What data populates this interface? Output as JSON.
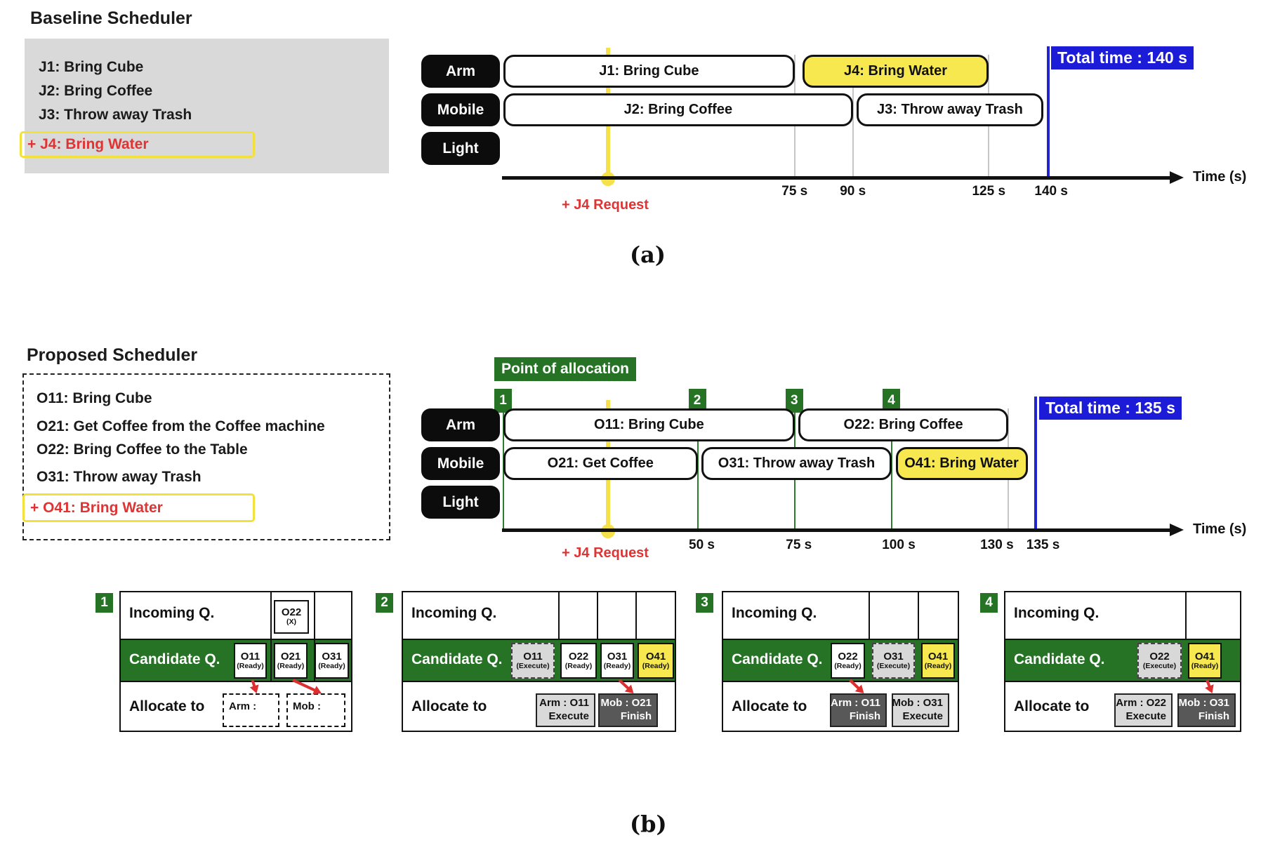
{
  "figure": {
    "caption_a": "(a)",
    "caption_b": "(b)"
  },
  "colors": {
    "task_yellow": "#f6e84e",
    "green": "#267326",
    "blue_badge": "#1b1bd8",
    "blue_line": "#2424cc",
    "red": "#df3434",
    "gray_panel": "#d9d9d9",
    "gridline": "#c6c6c6",
    "dark_allocate": "#585858",
    "light_allocate": "#d9d9d9"
  },
  "baseline": {
    "title": "Baseline Scheduler",
    "jobs": [
      "J1: Bring Cube",
      "J2: Bring Coffee",
      "J3: Throw away Trash"
    ],
    "new_job": "+ J4: Bring Water",
    "lanes": [
      "Arm",
      "Mobile",
      "Light"
    ],
    "tasks": [
      {
        "lane": 0,
        "label": "J1: Bring Cube",
        "start": 0,
        "end": 75,
        "style": "white"
      },
      {
        "lane": 0,
        "label": "J4: Bring Water",
        "start": 77,
        "end": 125,
        "style": "yellow"
      },
      {
        "lane": 1,
        "label": "J2: Bring Coffee",
        "start": 0,
        "end": 90,
        "style": "white"
      },
      {
        "lane": 1,
        "label": "J3: Throw away Trash",
        "start": 91,
        "end": 139,
        "style": "white"
      }
    ],
    "gridlines": [
      75,
      90,
      125
    ],
    "ticks": [
      {
        "t": 75,
        "label": "75 s"
      },
      {
        "t": 90,
        "label": "90 s"
      },
      {
        "t": 125,
        "label": "125 s"
      },
      {
        "t": 140,
        "label": "140 s"
      }
    ],
    "total": {
      "t": 140,
      "label": "Total time : 140 s"
    },
    "request": {
      "t": 27,
      "label": "+ J4 Request"
    },
    "axis_label": "Time (s)"
  },
  "proposed": {
    "title": "Proposed Scheduler",
    "operations": [
      "O11: Bring Cube",
      "O21: Get Coffee from the Coffee machine",
      "O22: Bring Coffee to the Table",
      "O31: Throw away Trash"
    ],
    "new_operation": "+ O41: Bring Water",
    "point_of_allocation": "Point of allocation",
    "lanes": [
      "Arm",
      "Mobile",
      "Light"
    ],
    "markers": [
      {
        "n": "1",
        "t": 0
      },
      {
        "n": "2",
        "t": 50
      },
      {
        "n": "3",
        "t": 75
      },
      {
        "n": "4",
        "t": 100
      }
    ],
    "tasks": [
      {
        "lane": 0,
        "label": "O11: Bring Cube",
        "start": 0,
        "end": 75,
        "style": "white"
      },
      {
        "lane": 0,
        "label": "O22: Bring Coffee",
        "start": 76,
        "end": 130,
        "style": "white"
      },
      {
        "lane": 1,
        "label": "O21: Get Coffee",
        "start": 0,
        "end": 50,
        "style": "white"
      },
      {
        "lane": 1,
        "label": "O31: Throw away Trash",
        "start": 51,
        "end": 100,
        "style": "white"
      },
      {
        "lane": 1,
        "label": "O41: Bring Water",
        "start": 101,
        "end": 135,
        "style": "yellow"
      }
    ],
    "gridlines": [
      130
    ],
    "ticks": [
      {
        "t": 50,
        "label": "50 s"
      },
      {
        "t": 75,
        "label": "75 s"
      },
      {
        "t": 100,
        "label": "100 s"
      },
      {
        "t": 130,
        "label": "130 s"
      },
      {
        "t": 135,
        "label": "135 s"
      }
    ],
    "total": {
      "t": 135,
      "label": "Total time : 135 s"
    },
    "request": {
      "t": 27,
      "label": "+ J4 Request"
    },
    "axis_label": "Time (s)"
  },
  "panel_row_labels": {
    "incoming": "Incoming Q.",
    "candidate": "Candidate Q.",
    "allocate": "Allocate to"
  },
  "panels": [
    {
      "n": "1",
      "incoming": [
        {
          "label": "O22",
          "sub": "(X)",
          "style": "white"
        }
      ],
      "candidates": [
        {
          "label": "O11",
          "sub": "(Ready)",
          "style": "white"
        },
        {
          "label": "O21",
          "sub": "(Ready)",
          "style": "white"
        },
        {
          "label": "O31",
          "sub": "(Ready)",
          "style": "white"
        }
      ],
      "arm": {
        "line1": "Arm :",
        "line2": "",
        "style": "dashed"
      },
      "mob": {
        "line1": "Mob :",
        "line2": "",
        "style": "dashed"
      },
      "arrows": [
        {
          "from_slot": 0,
          "to": "arm"
        },
        {
          "from_slot": 1,
          "to": "mob"
        }
      ]
    },
    {
      "n": "2",
      "incoming": [],
      "candidates": [
        {
          "label": "O11",
          "sub": "(Execute)",
          "style": "execute"
        },
        {
          "label": "O22",
          "sub": "(Ready)",
          "style": "white"
        },
        {
          "label": "O31",
          "sub": "(Ready)",
          "style": "white"
        },
        {
          "label": "O41",
          "sub": "(Ready)",
          "style": "yellow"
        }
      ],
      "arm": {
        "line1": "Arm : O11",
        "line2": "Execute",
        "style": "light"
      },
      "mob": {
        "line1": "Mob : O21",
        "line2": "Finish",
        "style": "dark"
      },
      "arrows": [
        {
          "from_slot": 2,
          "to": "mob"
        }
      ]
    },
    {
      "n": "3",
      "incoming": [],
      "candidates": [
        {
          "label": "O22",
          "sub": "(Ready)",
          "style": "white"
        },
        {
          "label": "O31",
          "sub": "(Execute)",
          "style": "execute"
        },
        {
          "label": "O41",
          "sub": "(Ready)",
          "style": "yellow"
        }
      ],
      "arm": {
        "line1": "Arm : O11",
        "line2": "Finish",
        "style": "dark"
      },
      "mob": {
        "line1": "Mob : O31",
        "line2": "Execute",
        "style": "light"
      },
      "arrows": [
        {
          "from_slot": 0,
          "to": "arm"
        }
      ]
    },
    {
      "n": "4",
      "incoming": [],
      "candidates": [
        {
          "label": "O22",
          "sub": "(Execute)",
          "style": "execute"
        },
        {
          "label": "O41",
          "sub": "(Ready)",
          "style": "yellow"
        }
      ],
      "arm": {
        "line1": "Arm : O22",
        "line2": "Execute",
        "style": "light"
      },
      "mob": {
        "line1": "Mob : O31",
        "line2": "Finish",
        "style": "dark"
      },
      "arrows": [
        {
          "from_slot": 1,
          "to": "mob"
        }
      ]
    }
  ],
  "chart_data": [
    {
      "type": "bar",
      "title": "Baseline Scheduler timeline",
      "xlabel": "Time (s)",
      "xlim": [
        0,
        170
      ],
      "series": [
        {
          "name": "Arm",
          "values": [
            {
              "label": "J1: Bring Cube",
              "start": 0,
              "end": 75
            },
            {
              "label": "J4: Bring Water",
              "start": 77,
              "end": 125
            }
          ]
        },
        {
          "name": "Mobile",
          "values": [
            {
              "label": "J2: Bring Coffee",
              "start": 0,
              "end": 90
            },
            {
              "label": "J3: Throw away Trash",
              "start": 91,
              "end": 139
            }
          ]
        },
        {
          "name": "Light",
          "values": []
        }
      ],
      "annotations": [
        "+ J4 Request at ~27 s",
        "Total time : 140 s"
      ]
    },
    {
      "type": "bar",
      "title": "Proposed Scheduler timeline",
      "xlabel": "Time (s)",
      "xlim": [
        0,
        170
      ],
      "series": [
        {
          "name": "Arm",
          "values": [
            {
              "label": "O11: Bring Cube",
              "start": 0,
              "end": 75
            },
            {
              "label": "O22: Bring Coffee",
              "start": 76,
              "end": 130
            }
          ]
        },
        {
          "name": "Mobile",
          "values": [
            {
              "label": "O21: Get Coffee",
              "start": 0,
              "end": 50
            },
            {
              "label": "O31: Throw away Trash",
              "start": 51,
              "end": 100
            },
            {
              "label": "O41: Bring Water",
              "start": 101,
              "end": 135
            }
          ]
        },
        {
          "name": "Light",
          "values": []
        }
      ],
      "annotations": [
        "Point of allocation markers at 0, 50, 75, 100 s",
        "+ J4 Request at ~27 s",
        "Total time : 135 s"
      ]
    }
  ]
}
